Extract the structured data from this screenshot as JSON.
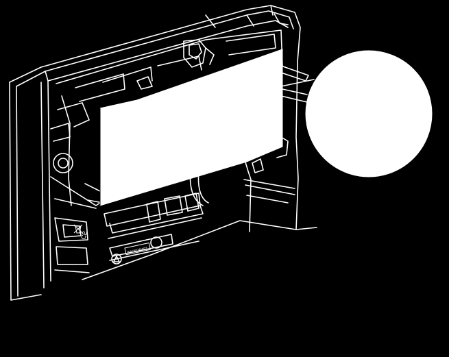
{
  "figure": {
    "background": "#000000",
    "line_color": "#ffffff",
    "fill_color": "#ffffff"
  },
  "markings": {
    "ce_mark": "CE",
    "brand_badge": "BACKDRAFT"
  },
  "parts": [
    {
      "name": "housing-shell",
      "icon": "enclosure"
    },
    {
      "name": "front-cover-panel",
      "icon": "panel"
    },
    {
      "name": "callout-circle",
      "icon": "magnifier-callout"
    },
    {
      "name": "terminal-block",
      "icon": "connector"
    },
    {
      "name": "cable-loop",
      "icon": "wire"
    }
  ]
}
